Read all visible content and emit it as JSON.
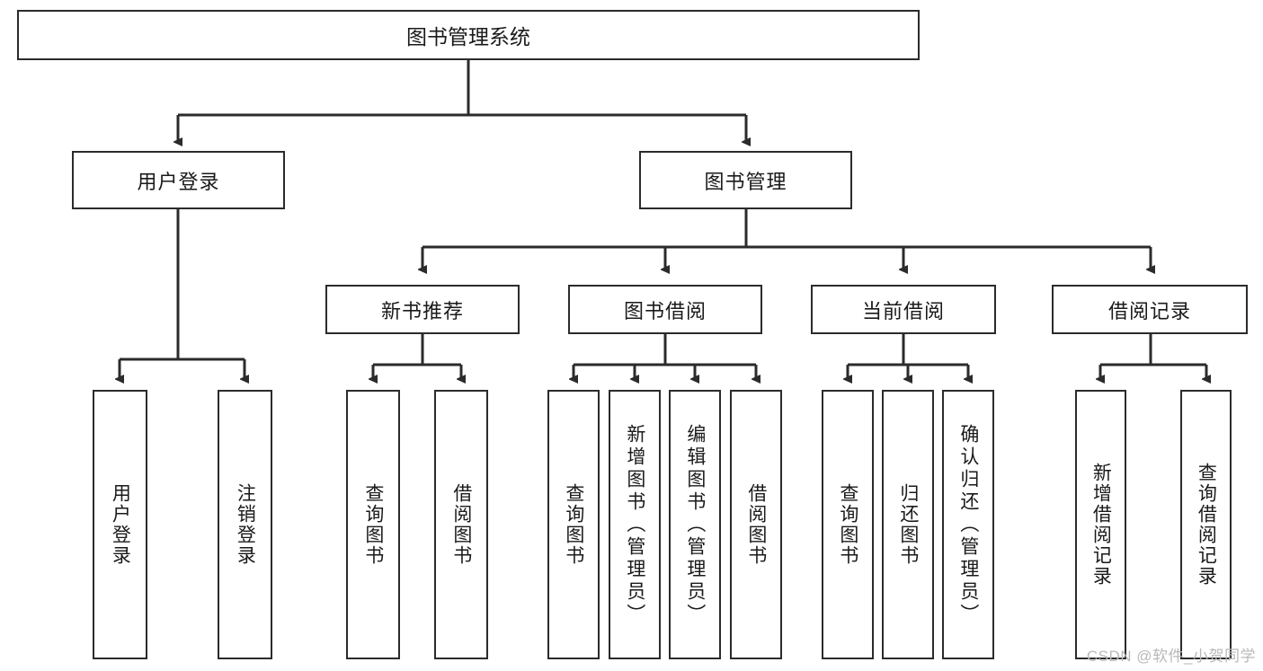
{
  "diagram": {
    "title": "图书管理系统",
    "type": "hierarchy-tree",
    "root": {
      "label": "图书管理系统"
    },
    "level2": [
      {
        "label": "用户登录"
      },
      {
        "label": "图书管理"
      }
    ],
    "level3": [
      {
        "label": "新书推荐"
      },
      {
        "label": "图书借阅"
      },
      {
        "label": "当前借阅"
      },
      {
        "label": "借阅记录"
      }
    ],
    "leaves": {
      "user_login": [
        {
          "label": "用户登录"
        },
        {
          "label": "注销登录"
        }
      ],
      "new_book_recommend": [
        {
          "label": "查询图书"
        },
        {
          "label": "借阅图书"
        }
      ],
      "book_borrow": [
        {
          "label": "查询图书"
        },
        {
          "label": "新增图书（管理员）"
        },
        {
          "label": "编辑图书（管理员）"
        },
        {
          "label": "借阅图书"
        }
      ],
      "current_borrow": [
        {
          "label": "查询图书"
        },
        {
          "label": "归还图书"
        },
        {
          "label": "确认归还（管理员）"
        }
      ],
      "borrow_record": [
        {
          "label": "新增借阅记录"
        },
        {
          "label": "查询借阅记录"
        }
      ]
    }
  },
  "watermark": {
    "text": "CSDN @软件_小贺同学"
  },
  "colors": {
    "line": "#2b2b2b",
    "box_fill": "#ffffff",
    "text": "#1a1a1a",
    "watermark": "#b9b9b9"
  }
}
